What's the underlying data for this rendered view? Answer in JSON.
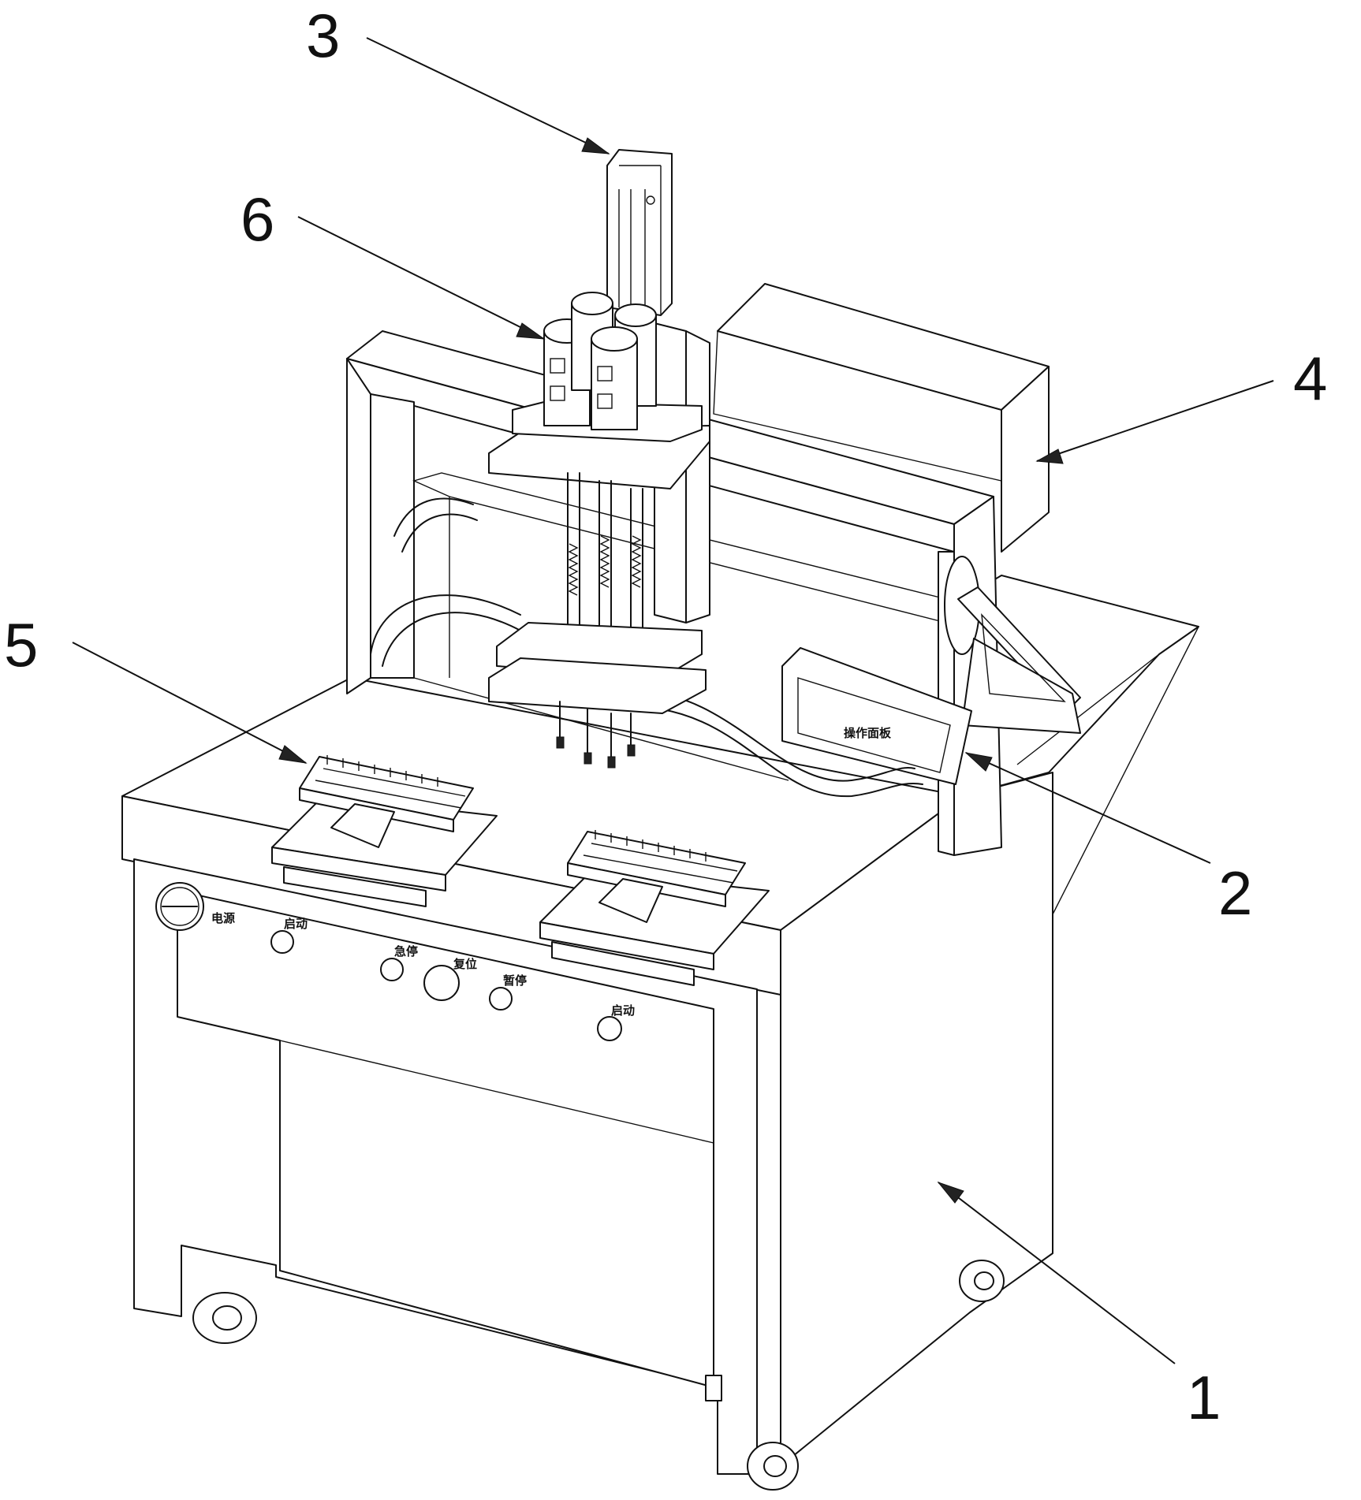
{
  "callouts": [
    {
      "id": "1",
      "label": "1"
    },
    {
      "id": "2",
      "label": "2"
    },
    {
      "id": "3",
      "label": "3"
    },
    {
      "id": "4",
      "label": "4"
    },
    {
      "id": "5",
      "label": "5"
    },
    {
      "id": "6",
      "label": "6"
    }
  ],
  "panel_labels": {
    "touch_screen": "操作面板",
    "power_switch": "电源",
    "button_left": "启动",
    "button_mid_a": "急停",
    "button_mid_b": "复位",
    "button_mid_c": "暂停",
    "button_right": "启动"
  },
  "colors": {
    "line": "#111111",
    "background": "#ffffff"
  }
}
